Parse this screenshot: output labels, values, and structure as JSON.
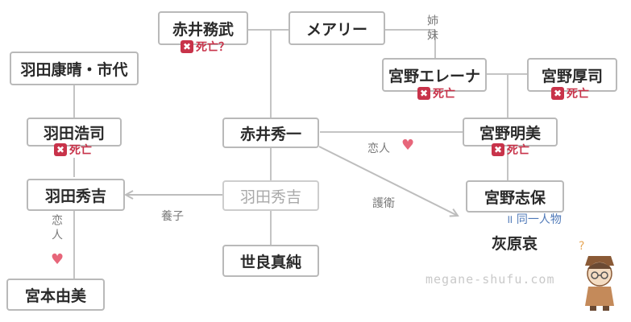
{
  "nodes": {
    "akai_tsutomu": "赤井務武",
    "mary": "メアリー",
    "hanedakoseikichiyo": "羽田康晴・市代",
    "miyano_elena": "宮野エレーナ",
    "miyano_atsushi": "宮野厚司",
    "haneda_koji": "羽田浩司",
    "akai_shuichi": "赤井秀一",
    "miyano_akemi": "宮野明美",
    "haneda_shukichi": "羽田秀吉",
    "haneda_shukichi_faded": "羽田秀吉",
    "miyano_shiho": "宮野志保",
    "sera_masumi": "世良真純",
    "miyamoto_yumi": "宮本由美",
    "haibara_ai": "灰原哀"
  },
  "status": {
    "deceased": "死亡",
    "deceased_maybe": "死亡？",
    "x_mark": "✖"
  },
  "labels": {
    "siblings": "姉妹",
    "lover": "恋人",
    "lover_vertical": "恋人",
    "adopted": "養子",
    "guard": "護衛",
    "same_person": "同一人物",
    "same_mark": "॥",
    "heart": "♥"
  },
  "watermark": "megane-shufu.com",
  "colors": {
    "line": "#bdbdbd",
    "deceased": "#c8334a",
    "same_person": "#4f79b8",
    "heart": "#e7667a"
  }
}
